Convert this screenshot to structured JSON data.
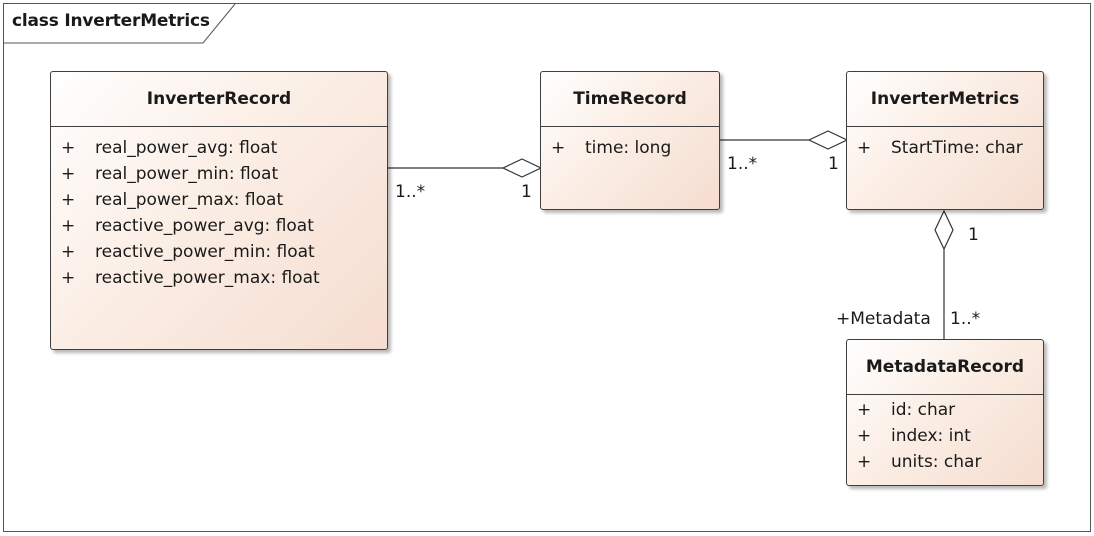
{
  "diagram": {
    "frame_title": "class InverterMetrics",
    "classes": {
      "inverter_record": {
        "name": "InverterRecord",
        "attributes": [
          {
            "vis": "+",
            "text": "real_power_avg: float"
          },
          {
            "vis": "+",
            "text": "real_power_min: float"
          },
          {
            "vis": "+",
            "text": "real_power_max: float"
          },
          {
            "vis": "+",
            "text": "reactive_power_avg: float"
          },
          {
            "vis": "+",
            "text": "reactive_power_min: float"
          },
          {
            "vis": "+",
            "text": "reactive_power_max: float"
          }
        ]
      },
      "time_record": {
        "name": "TimeRecord",
        "attributes": [
          {
            "vis": "+",
            "text": "time: long"
          }
        ]
      },
      "inverter_metrics": {
        "name": "InverterMetrics",
        "attributes": [
          {
            "vis": "+",
            "text": "StartTime: char"
          }
        ]
      },
      "metadata_record": {
        "name": "MetadataRecord",
        "attributes": [
          {
            "vis": "+",
            "text": "id: char"
          },
          {
            "vis": "+",
            "text": "index: int"
          },
          {
            "vis": "+",
            "text": "units: char"
          }
        ]
      }
    },
    "associations": {
      "inverter_to_time": {
        "source_mult": "1..*",
        "target_mult": "1"
      },
      "time_to_metrics": {
        "source_mult": "1..*",
        "target_mult": "1"
      },
      "metrics_to_metadata": {
        "target_mult": "1",
        "source_role": "+Metadata",
        "source_mult": "1..*"
      }
    }
  }
}
